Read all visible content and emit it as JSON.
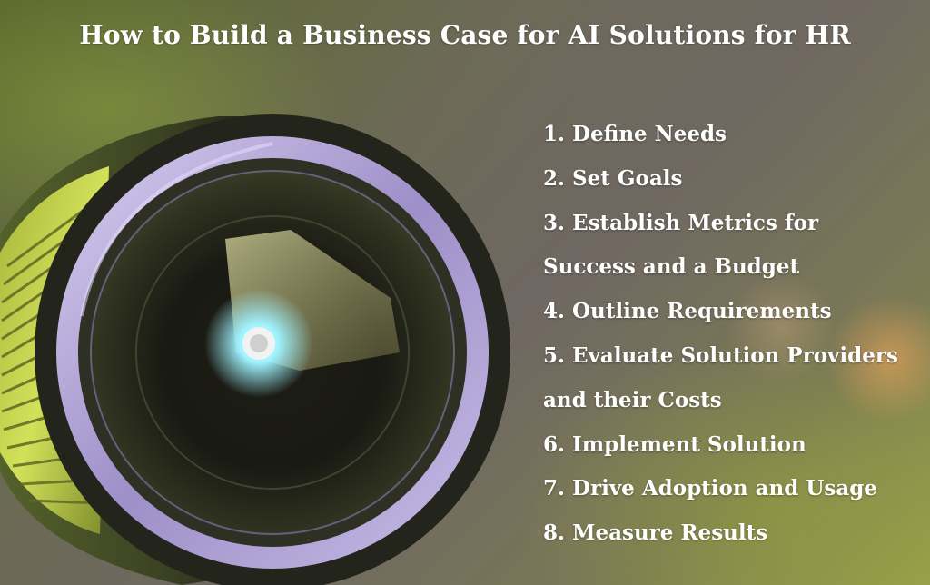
{
  "title": "How to Build a Business Case for AI Solutions for HR",
  "steps": [
    "1. Define Needs",
    "2. Set Goals",
    "3. Establish Metrics for",
    "Success and a Budget",
    "4. Outline Requirements",
    "5. Evaluate Solution Providers",
    "and their Costs",
    "6. Implement Solution",
    "7. Drive Adoption and Usage",
    "8. Measure Results"
  ],
  "image": {
    "subject": "camera-lens-photo",
    "colors": {
      "lens_ring": "#b7a8d8",
      "lens_body": "#2a2a22",
      "grip": "#c7d64a",
      "glass_glow": "#9ff3ff",
      "text": "#ffffff"
    }
  }
}
